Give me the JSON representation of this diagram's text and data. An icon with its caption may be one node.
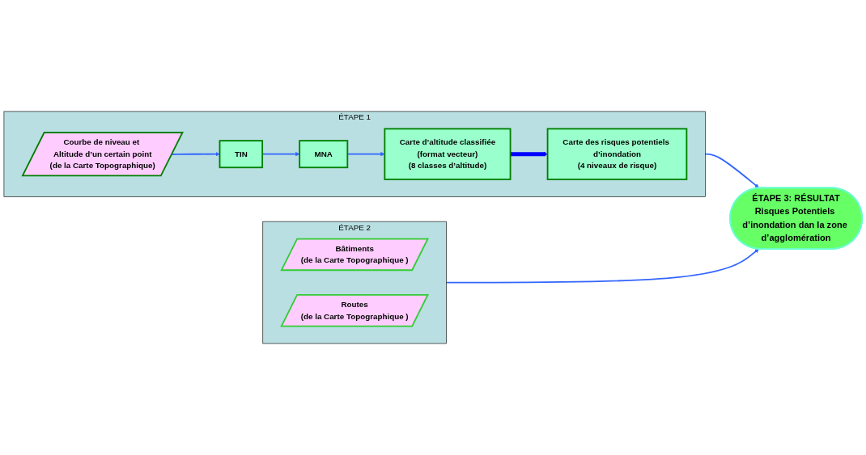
{
  "diagram": {
    "nodes": [
      {
        "text": [
          "ÉTAPE 1"
        ]
      },
      {
        "text": [
          "Courbe de niveau et Altitude d’un certain point",
          "(de la Carte Topographique)"
        ],
        "in": 0
      },
      {
        "text": [
          "TIN"
        ],
        "in": 0
      },
      {
        "text": [
          "MNA"
        ],
        "in": 0
      },
      {
        "text": [
          "Carte d’altitude classifiée",
          "(format vecteur)",
          "(8 classes d’altitude)"
        ],
        "in": 0
      },
      {
        "text": [
          "Carte des risques potentiels d’inondation",
          "(4 niveaux de risque)"
        ],
        "in": 0
      },
      {
        "text": [
          "ÉTAPE 2"
        ]
      },
      {
        "text": [
          "Bâtiments",
          "(de la Carte Topographique )"
        ],
        "in": 6
      },
      {
        "text": [
          "Routes",
          "(de la Carte Topographique )"
        ],
        "in": 6
      },
      {
        "text": [
          "ÉTAPE 3: RÉSULTAT",
          "Risques Potentiels d’inondation dan la zone d’agglomération"
        ]
      }
    ],
    "edges": [
      {
        "from": 1,
        "to": 2,
        "arrow": "to"
      },
      {
        "from": 2,
        "to": 3,
        "arrow": "to"
      },
      {
        "from": 3,
        "to": 4,
        "arrow": "to"
      },
      {
        "from": 4,
        "to": 5,
        "arrow": "to",
        "style": "thick",
        "color": "#0000ff"
      },
      {
        "from": 0,
        "to": 9,
        "arrow": "to"
      },
      {
        "from": 6,
        "to": 9,
        "arrow": "to"
      }
    ]
  }
}
